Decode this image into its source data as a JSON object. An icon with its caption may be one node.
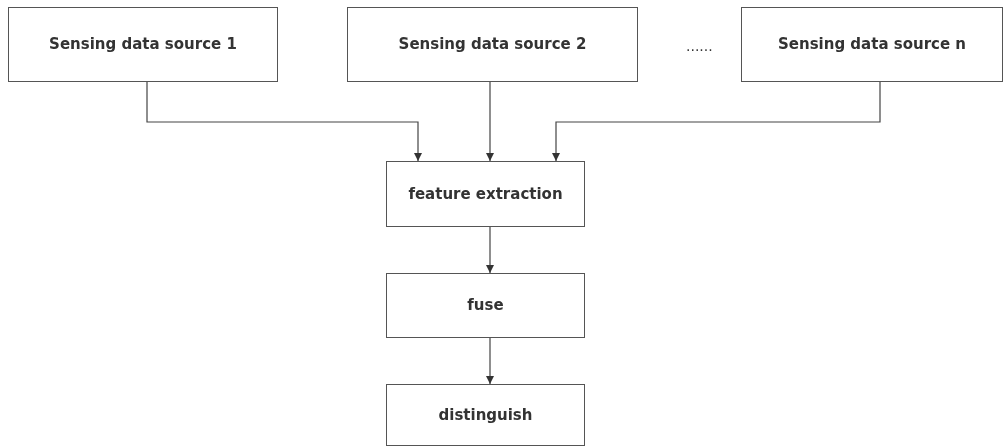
{
  "diagram": {
    "nodes": [
      {
        "text": [
          "Sensing data source 1"
        ]
      },
      {
        "text": [
          "Sensing data source 2"
        ]
      },
      {
        "text": [
          "Sensing data source n"
        ]
      },
      {
        "text": [
          "feature extraction"
        ]
      },
      {
        "text": [
          "fuse"
        ]
      },
      {
        "text": [
          "distinguish"
        ]
      }
    ],
    "edges": [
      {
        "from": 0,
        "to": 3,
        "arrow": "to"
      },
      {
        "from": 1,
        "to": 3,
        "arrow": "to"
      },
      {
        "from": 2,
        "to": 3,
        "arrow": "to"
      },
      {
        "from": 3,
        "to": 4,
        "arrow": "to"
      },
      {
        "from": 4,
        "to": 5,
        "arrow": "to"
      }
    ],
    "labels": [
      "......"
    ]
  }
}
